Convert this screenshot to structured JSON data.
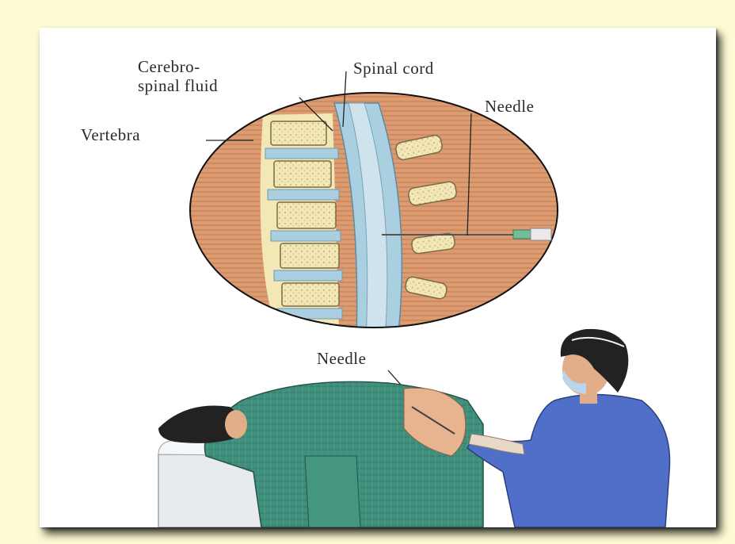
{
  "labels": {
    "csf_line1": "Cerebro-",
    "csf_line2": "spinal fluid",
    "spinal_cord": "Spinal cord",
    "needle_top": "Needle",
    "vertebra": "Vertebra",
    "needle_bottom": "Needle"
  },
  "colors": {
    "background": "#fdfbd3",
    "muscle": "#dc9c72",
    "csf": "#a9cfe0",
    "bone": "#f2e7b5",
    "drape": "#3f8f7c",
    "scrubs": "#4f6fc9",
    "hair": "#222222"
  }
}
